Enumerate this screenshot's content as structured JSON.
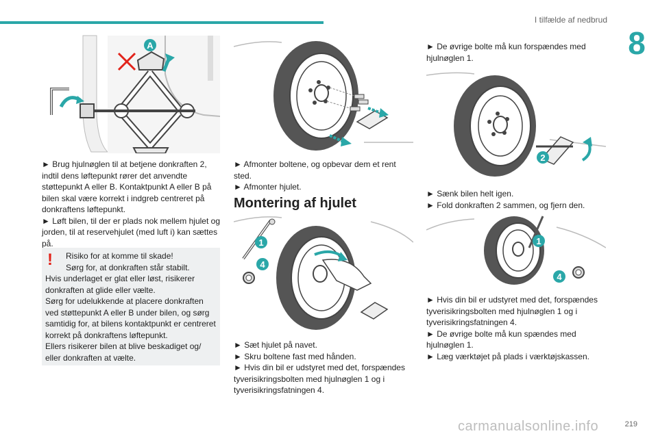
{
  "header": {
    "title": "I tilfælde af nedbrud",
    "chapter": "8"
  },
  "col1": {
    "p1": "► Brug hjulnøglen til at betjene donkraften 2, indtil dens løftepunkt rører det anvendte støttepunkt A eller B. Kontaktpunkt A eller B på bilen skal være korrekt i indgreb centreret på donkraftens løftepunkt.",
    "p2": "► Løft bilen, til der er plads nok mellem hjulet og jorden, til at reservehjulet (med luft i) kan sættes på."
  },
  "warning": {
    "line1": "Risiko for at komme til skade!",
    "line2": "Sørg for, at donkraften står stabilt.",
    "line3": "Hvis underlaget er glat eller løst, risikerer donkraften at glide eller vælte.",
    "line4": "Sørg for udelukkende at placere donkraften ved støttepunkt A eller B under bilen, og sørg samtidig for, at bilens kontaktpunkt er centreret korrekt på donkraftens løftepunkt.",
    "line5": "Ellers risikerer bilen at blive beskadiget og/ eller donkraften at vælte."
  },
  "col2": {
    "p1": "► Afmonter boltene, og opbevar dem et rent sted.",
    "p2": "► Afmonter hjulet.",
    "section_title": "Montering af hjulet",
    "p3": "► Sæt hjulet på navet.",
    "p4": "► Skru boltene fast med hånden.",
    "p5": "► Hvis din bil er udstyret med det, forspændes tyverisikringsbolten med hjulnøglen 1 og i tyverisikringsfatningen 4."
  },
  "col3": {
    "p1": "► De øvrige bolte må kun forspændes med hjulnøglen 1.",
    "p2": "► Sænk bilen helt igen.",
    "p3": "► Fold donkraften 2 sammen, og fjern den.",
    "p4": "► Hvis din bil er udstyret med det, forspændes tyverisikringsbolten med hjulnøglen 1 og i tyverisikringsfatningen 4.",
    "p5": "► De øvrige bolte må kun spændes med hjulnøglen 1.",
    "p6": "► Læg værktøjet på plads i værktøjskassen."
  },
  "callouts": {
    "a": "A",
    "one": "1",
    "two": "2",
    "four": "4"
  },
  "footer": {
    "page": "219",
    "watermark": "carmanualsonline.info"
  }
}
